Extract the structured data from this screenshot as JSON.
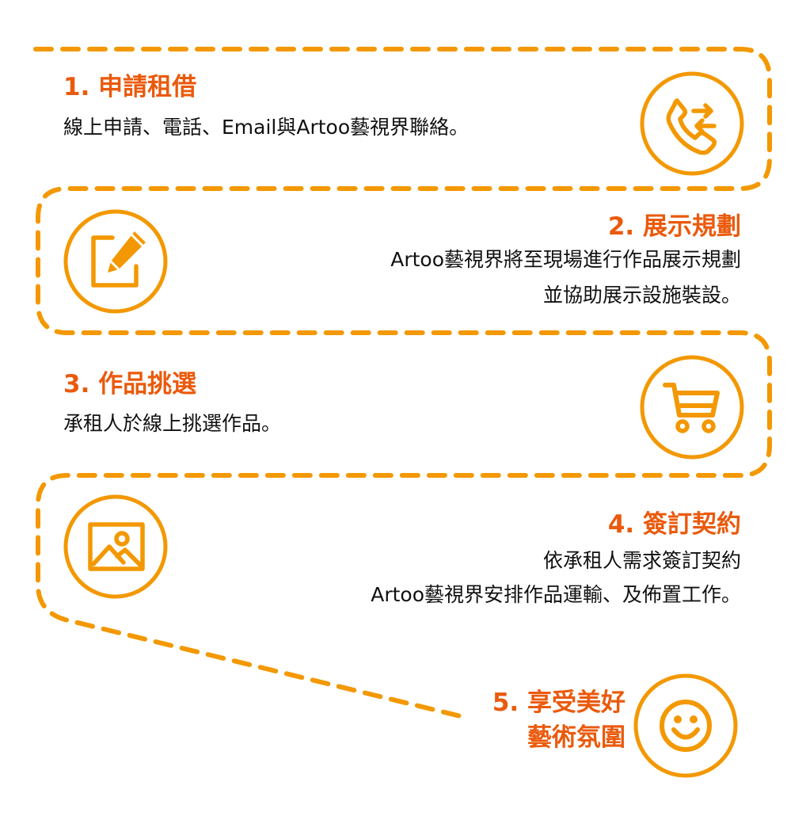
{
  "steps": [
    {
      "title": "1. 申請租借",
      "lines": [
        "線上申請、電話、Email與Artoo藝視界聯絡。"
      ],
      "icon": "phone-icon"
    },
    {
      "title": "2. 展示規劃",
      "lines": [
        "Artoo藝視界將至現場進行作品展示規劃",
        "並協助展示設施裝設。"
      ],
      "icon": "edit-icon"
    },
    {
      "title": "3. 作品挑選",
      "lines": [
        "承租人於線上挑選作品。"
      ],
      "icon": "cart-icon"
    },
    {
      "title": "4. 簽訂契約",
      "lines": [
        "依承租人需求簽訂契約",
        "Artoo藝視界安排作品運輸、及佈置工作。"
      ],
      "icon": "image-icon"
    },
    {
      "title_lines": [
        "5. 享受美好",
        "藝術氛圍"
      ],
      "icon": "smile-icon"
    }
  ],
  "colors": {
    "accent": "#F39800",
    "title": "#EA5A0C",
    "text": "#111111"
  }
}
